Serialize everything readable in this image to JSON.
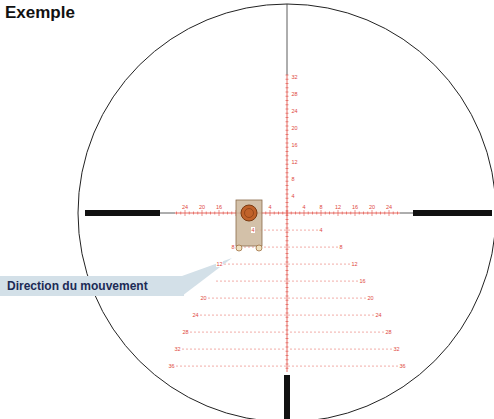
{
  "diagram": {
    "title": "Exemple",
    "nodes": [
      {
        "text": [
          "Direction du mouvement"
        ]
      }
    ],
    "labels": [
      "32",
      "28",
      "24",
      "20",
      "16",
      "12",
      "8",
      "4",
      "24",
      "20",
      "16",
      "4",
      "4",
      "8",
      "12",
      "16",
      "20",
      "24",
      "4",
      "8",
      "12",
      "20",
      "24",
      "28",
      "32",
      "36",
      "4",
      "8",
      "12",
      "16",
      "20",
      "24",
      "28",
      "32",
      "36"
    ]
  }
}
